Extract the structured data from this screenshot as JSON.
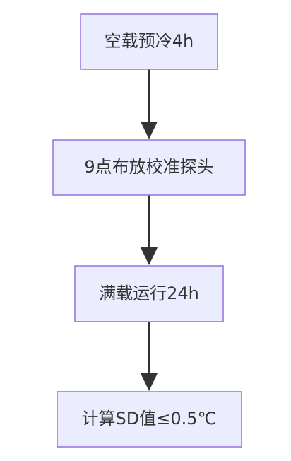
{
  "diagram": {
    "type": "flowchart",
    "direction": "top-to-bottom",
    "colors": {
      "node_fill": "#ececff",
      "node_border": "#9370db",
      "text": "#333333",
      "edge": "#333333"
    },
    "nodes": [
      {
        "id": "n1",
        "label": "空载预冷4h"
      },
      {
        "id": "n2",
        "label": "9点布放校准探头"
      },
      {
        "id": "n3",
        "label": "满载运行24h"
      },
      {
        "id": "n4",
        "label": "计算SD值≤0.5℃"
      }
    ],
    "edges": [
      {
        "from": "n1",
        "to": "n2"
      },
      {
        "from": "n2",
        "to": "n3"
      },
      {
        "from": "n3",
        "to": "n4"
      }
    ]
  }
}
